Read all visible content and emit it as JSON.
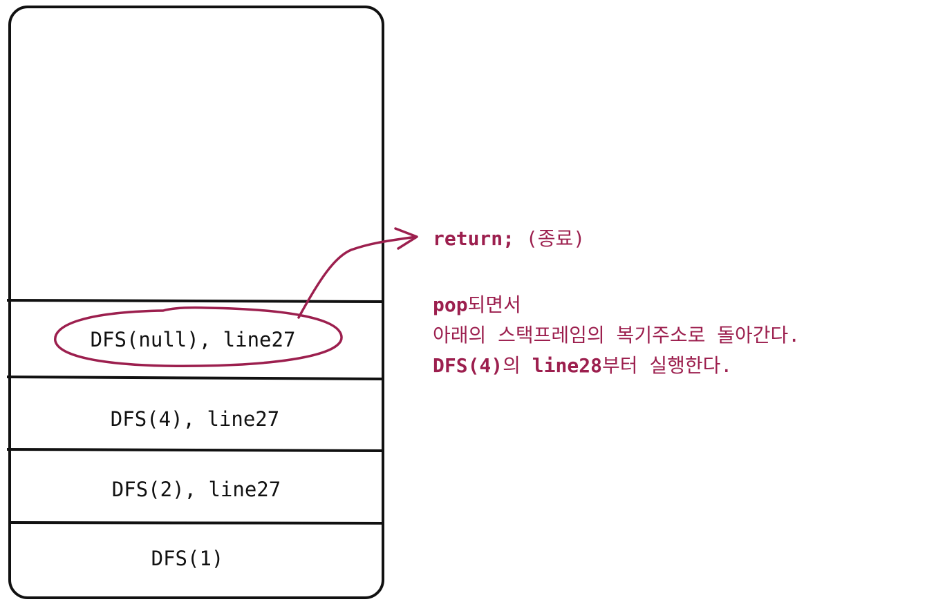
{
  "stack": {
    "frames": [
      {
        "label": "DFS(null), line27",
        "highlighted": true
      },
      {
        "label": "DFS(4), line27"
      },
      {
        "label": "DFS(2), line27"
      },
      {
        "label": "DFS(1)"
      }
    ]
  },
  "annotation": {
    "color": "#9c1f4e",
    "return_code": "return;",
    "return_label": "(종료)",
    "pop_word": "pop",
    "pop_rest": "되면서",
    "line2": "아래의 스택프레임의 복기주소로 돌아간다.",
    "dfs_call": "DFS(4)",
    "line3_mid": "의 ",
    "line_ref": "line28",
    "line3_end": "부터 실행한다."
  }
}
